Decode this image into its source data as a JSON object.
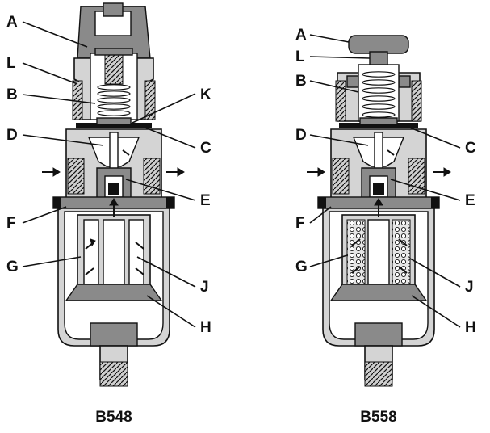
{
  "left_unit": {
    "model": "B548",
    "labels": {
      "A": "A",
      "L": "L",
      "B": "B",
      "K": "K",
      "D": "D",
      "C": "C",
      "E": "E",
      "F": "F",
      "G": "G",
      "J": "J",
      "H": "H"
    }
  },
  "right_unit": {
    "model": "B558",
    "labels": {
      "A": "A",
      "L": "L",
      "B": "B",
      "D": "D",
      "C": "C",
      "E": "E",
      "F": "F",
      "G": "G",
      "J": "J",
      "H": "H"
    }
  },
  "colors": {
    "body": "#d4d4d4",
    "dark": "#8a8a8a",
    "ink": "#111111"
  }
}
